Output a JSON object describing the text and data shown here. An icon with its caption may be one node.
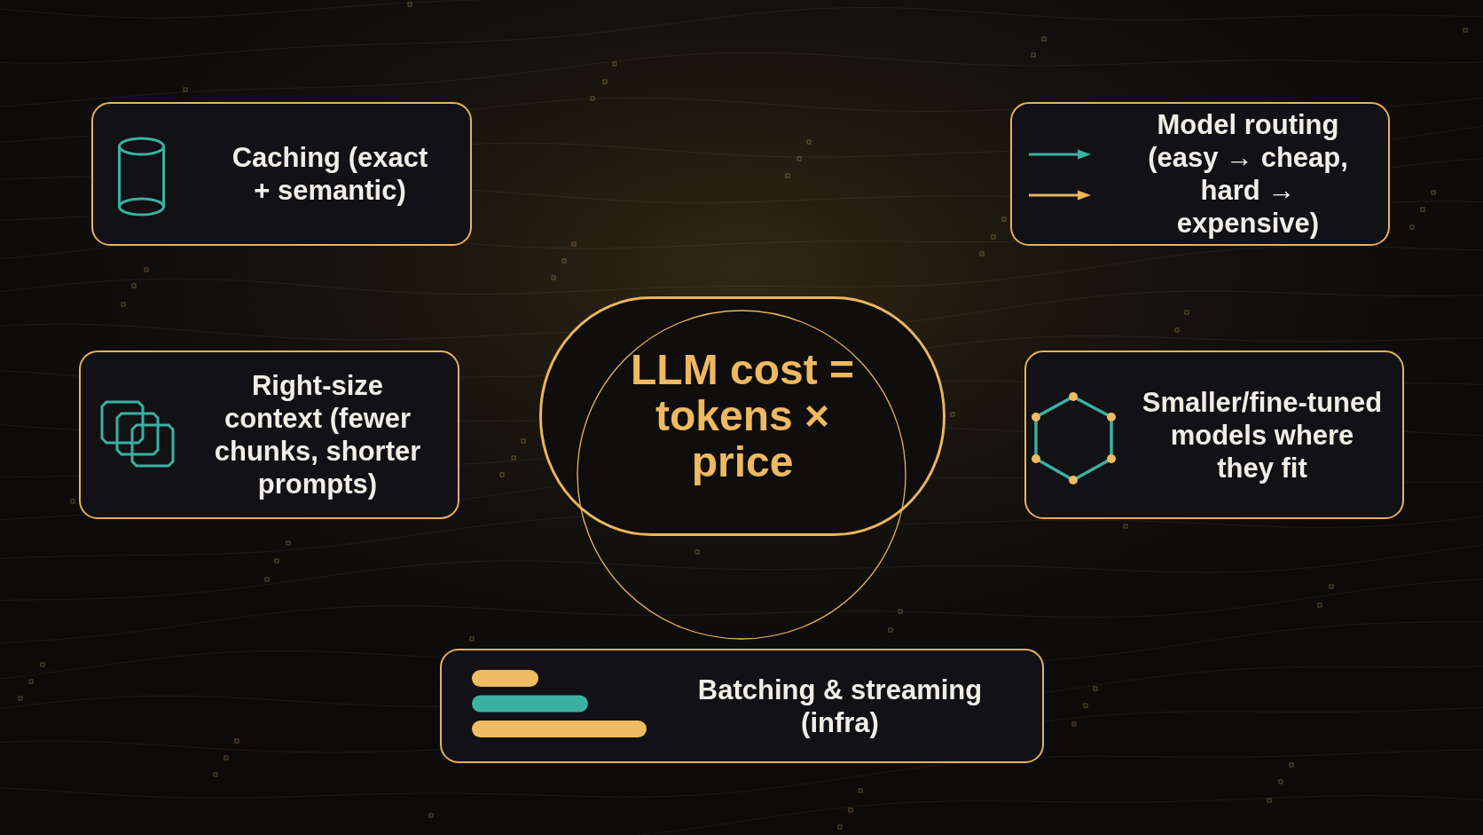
{
  "diagram": {
    "nodes": [
      {
        "text": [
          "Caching (exact + semantic)"
        ]
      },
      {
        "text": [
          "Model routing (easy → cheap, hard → expensive)"
        ]
      },
      {
        "text": [
          "Right-size context (fewer chunks, shorter prompts)"
        ]
      },
      {
        "text": [
          "LLM cost = tokens × price"
        ]
      },
      {
        "text": [
          "Smaller/fine-tuned models where they fit"
        ]
      },
      {
        "text": [
          "Batching & streaming (infra)"
        ]
      }
    ]
  }
}
